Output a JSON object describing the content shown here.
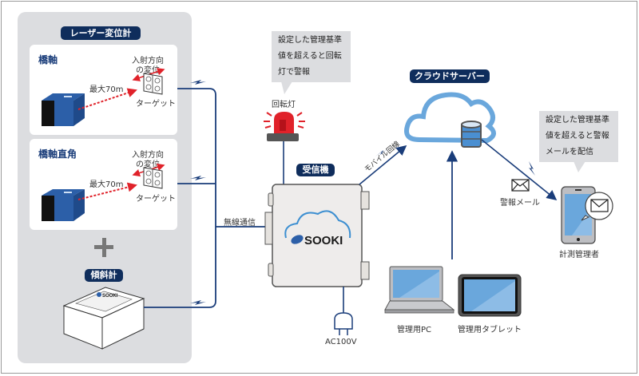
{
  "diagram": {
    "laser_group": {
      "title": "レーザー変位計",
      "cards": [
        {
          "title": "橋軸",
          "displacement_label_line1": "入射方向",
          "displacement_label_line2": "の変位",
          "range_label": "最大70m",
          "target_label": "ターゲット"
        },
        {
          "title": "橋軸直角",
          "displacement_label_line1": "入射方向",
          "displacement_label_line2": "の変位",
          "range_label": "最大70m",
          "target_label": "ターゲット"
        }
      ],
      "plus_symbol": "+",
      "tilt_meter": {
        "title": "傾斜計",
        "logo_text": "SOOKI"
      }
    },
    "wireless_label": "無線通信",
    "rotating_light": {
      "label": "回転灯",
      "callout_lines": [
        "設定した管理基準",
        "値を超えると回転",
        "灯で警報"
      ]
    },
    "receiver": {
      "title": "受信機",
      "logo_text": "SOOKI",
      "power_label": "AC100V"
    },
    "mobile_line_label": "モバイル回線",
    "cloud_server": {
      "title": "クラウドサーバー"
    },
    "alert_mail": {
      "label": "警報メール",
      "callout_lines": [
        "設定した管理基準",
        "値を超えると警報",
        "メールを配信"
      ]
    },
    "manager": {
      "label": "計測管理者"
    },
    "pc": {
      "label": "管理用PC"
    },
    "tablet": {
      "label": "管理用タブレット"
    },
    "colors": {
      "navy": "#0f2d5c",
      "line_blue": "#1a3d7a",
      "cloud_blue": "#6aa7dc",
      "alert_red": "#e0222a",
      "panel_gray": "#dcdde0",
      "device_blue": "#2c5fa8"
    }
  }
}
